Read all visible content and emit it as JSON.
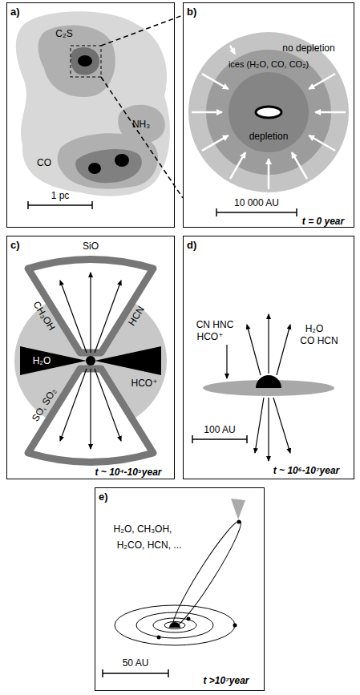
{
  "diagram": {
    "nodes": [
      {
        "text": [
          "a)"
        ]
      },
      {
        "text": [
          "b)"
        ]
      },
      {
        "text": [
          "c)"
        ]
      },
      {
        "text": [
          "d)"
        ]
      },
      {
        "text": [
          "e)"
        ]
      }
    ],
    "edges": [
      {
        "from": 0,
        "to": 1,
        "arrow": "none"
      }
    ],
    "labels": [
      "C₂S",
      "NH₃",
      "CO",
      "1 pc",
      "no depletion",
      "ices (H₂O, CO, CO₂)",
      "depletion",
      "10 000 AU",
      "t = 0 year",
      "SiO",
      "CH₃OH",
      "HCN",
      "H₂O",
      "SO, SO₂",
      "HCO⁺",
      "t ~ 10⁴-10⁵year",
      "CN HNC",
      "HCO⁺",
      "H₂O",
      "CO HCN",
      "100 AU",
      "t ~ 10⁶-10⁷year",
      "H₂O, CH₃OH,",
      "H₂CO, HCN, ...",
      "50 AU",
      "t >10⁷year"
    ]
  }
}
